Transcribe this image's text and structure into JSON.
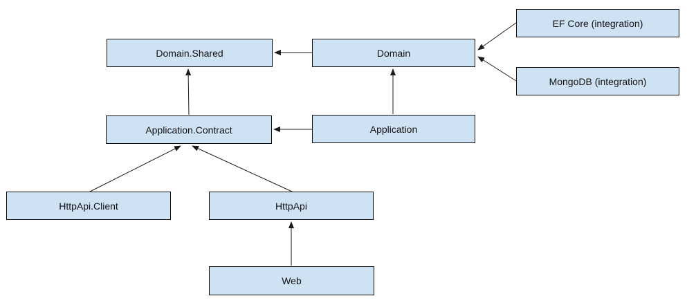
{
  "diagram": {
    "type": "dependency-diagram",
    "nodes": {
      "domain_shared": {
        "label": "Domain.Shared"
      },
      "domain": {
        "label": "Domain"
      },
      "ef_core": {
        "label": "EF Core (integration)"
      },
      "mongodb": {
        "label": "MongoDB (integration)"
      },
      "application_contract": {
        "label": "Application.Contract"
      },
      "application": {
        "label": "Application"
      },
      "httpapi_client": {
        "label": "HttpApi.Client"
      },
      "httpapi": {
        "label": "HttpApi"
      },
      "web": {
        "label": "Web"
      }
    },
    "edges": [
      {
        "from": "Domain",
        "to": "Domain.Shared"
      },
      {
        "from": "EF Core (integration)",
        "to": "Domain"
      },
      {
        "from": "MongoDB (integration)",
        "to": "Domain"
      },
      {
        "from": "Application.Contract",
        "to": "Domain.Shared"
      },
      {
        "from": "Application",
        "to": "Domain"
      },
      {
        "from": "Application",
        "to": "Application.Contract"
      },
      {
        "from": "HttpApi.Client",
        "to": "Application.Contract"
      },
      {
        "from": "HttpApi",
        "to": "Application.Contract"
      },
      {
        "from": "Web",
        "to": "HttpApi"
      }
    ],
    "colors": {
      "node_fill": "#cfe2f3",
      "node_border": "#0b0b0b",
      "arrow": "#1a1a1a",
      "text": "#111111",
      "background": "#ffffff"
    }
  }
}
